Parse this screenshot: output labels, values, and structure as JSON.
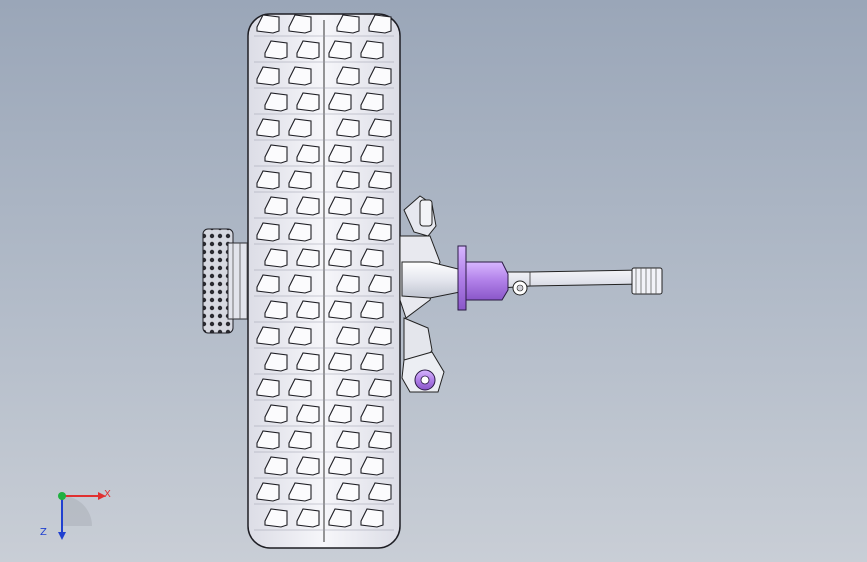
{
  "viewport": {
    "background_top": "#9aa6b8",
    "background_bottom": "#c9ced6"
  },
  "model": {
    "parts": [
      "tire",
      "wheel-hub",
      "brake-rotor",
      "steering-knuckle",
      "half-shaft",
      "cv-joint",
      "splined-shaft-end",
      "lower-control-arm-mount",
      "bushing"
    ],
    "highlight_color": "#b07fe8",
    "tire_tread_color": "#f4f4f8",
    "tire_outline_color": "#222222"
  },
  "triad": {
    "x_label": "X",
    "y_label": "Z",
    "x_color": "#e03030",
    "z_color": "#2040d0",
    "origin_color": "#20b040"
  }
}
